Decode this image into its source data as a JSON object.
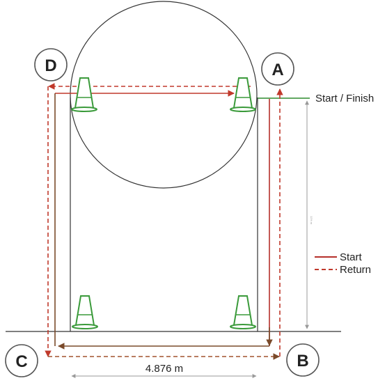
{
  "corners": {
    "a": "A",
    "b": "B",
    "c": "C",
    "d": "D"
  },
  "start_finish_label": "Start / Finish",
  "width_label": "4.876 m",
  "height_label": "12½ m",
  "legend": {
    "start": "Start",
    "return": "Return"
  },
  "colors": {
    "start_line": "#b5302a",
    "return_line": "#c0392b",
    "brown_line": "#7a4a2a",
    "green_line": "#2e8b2e",
    "cone": "#3a9a3a",
    "dimension": "#999999",
    "outline": "#333333"
  }
}
